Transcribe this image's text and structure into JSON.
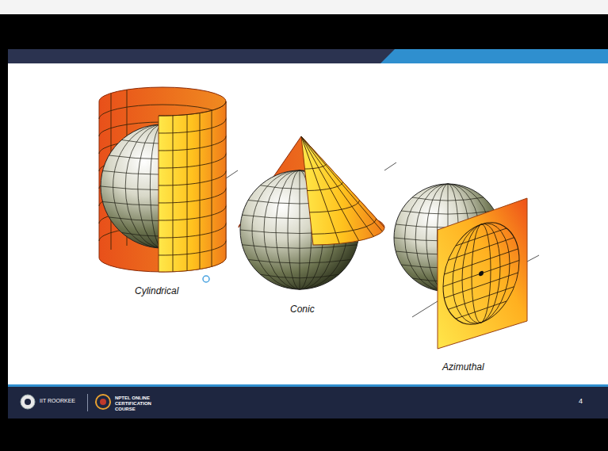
{
  "diagram": {
    "labels": [
      "Cylindrical",
      "Conic",
      "Azimuthal",
      "IIT ROORKEE",
      "NPTEL ONLINE CERTIFICATION COURSE",
      "4"
    ]
  }
}
